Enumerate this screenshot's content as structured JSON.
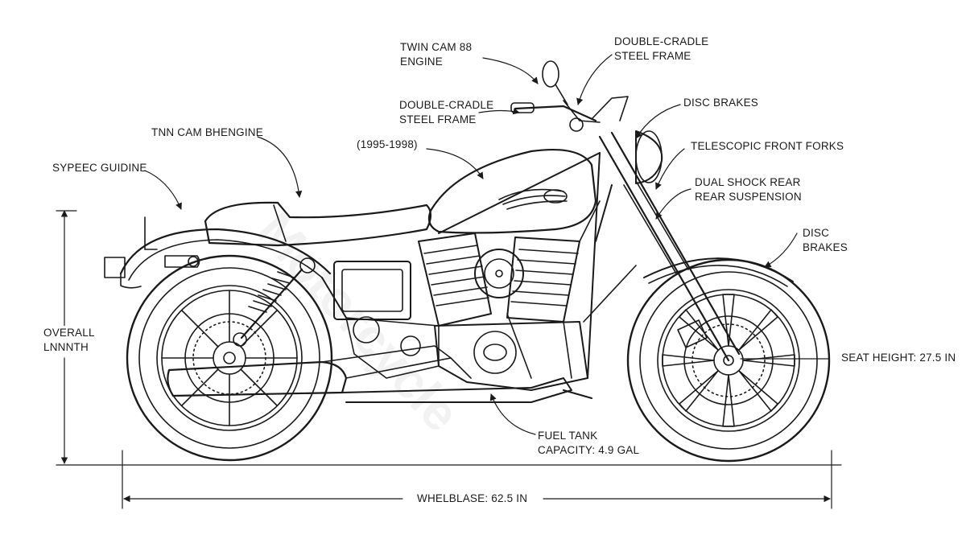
{
  "diagram": {
    "watermark": "Motorcycle",
    "labels": {
      "engine_top": [
        "TWIN CAM 88",
        "ENGINE"
      ],
      "frame_top": [
        "DOUBLE-CRADLE",
        "STEEL FRAME"
      ],
      "frame_mid": [
        "DOUBLE-CRADLE",
        "STEEL FRAME"
      ],
      "disc_brakes_top": [
        "DISC BRAKES"
      ],
      "engine_left": [
        "TNN CAM BHENGINE"
      ],
      "years": [
        "(1995-1998)"
      ],
      "front_forks": [
        "TELESCOPIC FRONT FORKS"
      ],
      "rear_suspension": [
        "DUAL SHOCK REAR",
        "REAR SUSPENSION"
      ],
      "sypeec_guidine": [
        "SYPEEC GUIDINE"
      ],
      "disc_brakes_right": [
        "DISC",
        "BRAKES"
      ],
      "overall_length": [
        "OVERALL",
        "LNNNTH"
      ],
      "seat_height": [
        "SEAT HEIGHT: 27.5 IN"
      ],
      "fuel_tank": [
        "FUEL TANK",
        "CAPACITY: 4.9 GAL"
      ],
      "wheelbase": [
        "WHELBLASE: 62.5 IN"
      ]
    },
    "colors": {
      "line": "#1a1a1a",
      "background": "#ffffff"
    }
  }
}
